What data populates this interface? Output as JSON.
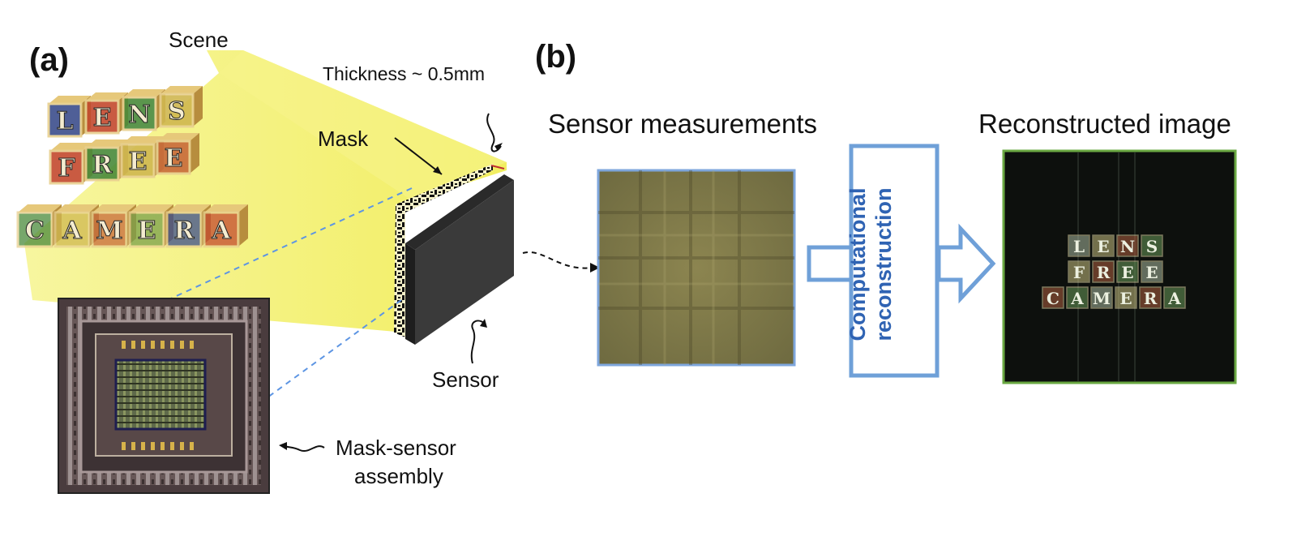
{
  "panel_a": {
    "label": "(a)",
    "scene_label": "Scene",
    "thickness_label": "Thickness ~ 0.5mm",
    "mask_label": "Mask",
    "sensor_label": "Sensor",
    "assembly_label_line1": "Mask-sensor",
    "assembly_label_line2": "assembly",
    "blocks": {
      "row1": [
        "L",
        "E",
        "N",
        "S"
      ],
      "row2": [
        "F",
        "R",
        "E",
        "E"
      ],
      "row3": [
        "C",
        "A",
        "M",
        "E",
        "R",
        "A"
      ]
    }
  },
  "panel_b": {
    "label": "(b)",
    "measurements_title": "Sensor measurements",
    "process_line1": "Computational",
    "process_line2": "reconstruction",
    "reconstructed_title": "Reconstructed image",
    "recon_rows": [
      [
        "L",
        "E",
        "N",
        "S"
      ],
      [
        "F",
        "R",
        "E",
        "E"
      ],
      [
        "C",
        "A",
        "M",
        "E",
        "R",
        "A"
      ]
    ]
  },
  "colors": {
    "beam": "#f2f04a",
    "sensor": "#404040",
    "process_border": "#6fa0d8",
    "process_text": "#2f63b3",
    "recon_border": "#6aa842",
    "measurement_fill": "#7b7446"
  }
}
